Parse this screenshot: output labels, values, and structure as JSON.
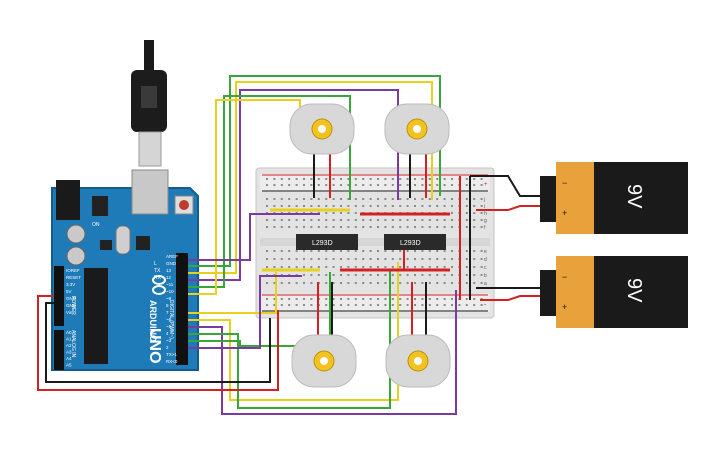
{
  "arduino": {
    "brand": "ARDUINO",
    "model": "UNO",
    "label_digital": "DIGITAL (PWM~)",
    "label_analog": "ANALOG IN",
    "label_power": "POWER",
    "pin_labels_top": [
      "AREF",
      "GND",
      "13",
      "12",
      "~11",
      "~10",
      "~9",
      "8",
      "7",
      "~6",
      "~5",
      "4",
      "~3",
      "2",
      "TX>1",
      "RX<0"
    ],
    "pin_labels_power": [
      "IOREF",
      "RESET",
      "3.3V",
      "5V",
      "GND",
      "GND",
      "Vin"
    ],
    "pin_labels_analog": [
      "A0",
      "A1",
      "A2",
      "A3",
      "A4",
      "A5"
    ],
    "tx_rx_labels": [
      "TX",
      "RX"
    ],
    "led_label": "L",
    "on_label": "ON"
  },
  "breadboard": {
    "row_letters_top": [
      "j",
      "i",
      "h",
      "g",
      "f"
    ],
    "row_letters_bottom": [
      "e",
      "d",
      "c",
      "b",
      "a"
    ],
    "rail_plus": "+",
    "rail_minus": "-"
  },
  "chips": [
    {
      "label": "L293D"
    },
    {
      "label": "L293D"
    }
  ],
  "batteries": [
    {
      "label": "9V",
      "minus": "−",
      "plus": "+"
    },
    {
      "label": "9V",
      "minus": "−",
      "plus": "+"
    }
  ],
  "colors": {
    "board_blue": "#1f7ab8",
    "breadboard": "#e3e3e3",
    "battery_orange": "#e9a13b",
    "battery_black": "#1a1a1a",
    "wire_red": "#d62020",
    "wire_black": "#1a1a1a",
    "wire_green": "#3aa63a",
    "wire_yellow": "#e6d21e",
    "wire_purple": "#7a3aa0"
  }
}
